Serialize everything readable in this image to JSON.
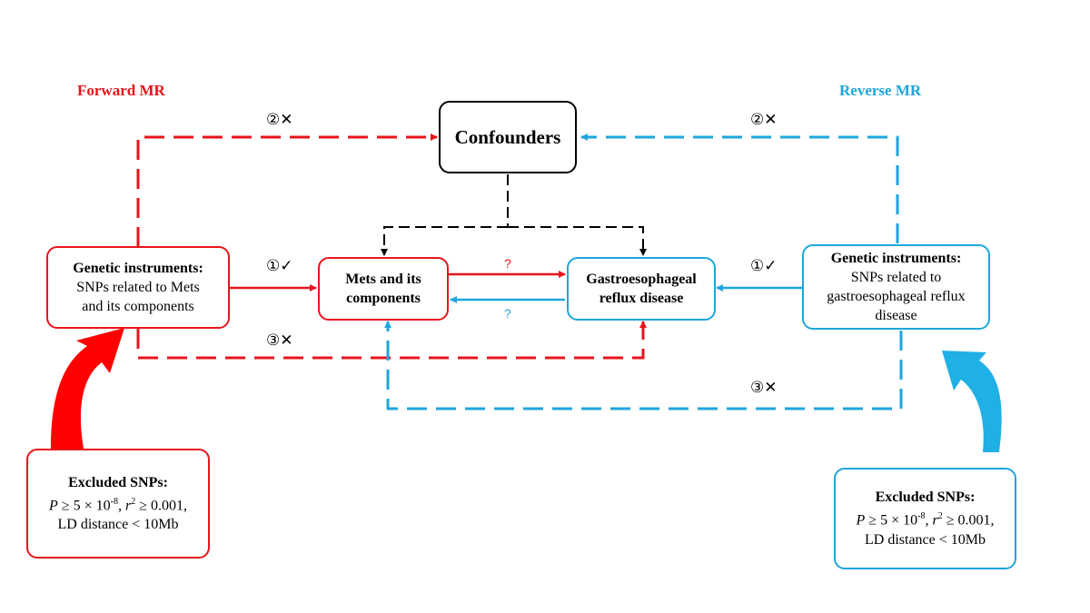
{
  "titles": {
    "forward": "Forward MR",
    "reverse": "Reverse MR"
  },
  "colors": {
    "forward": "#e8141b",
    "reverse": "#1ea6dd",
    "neutral": "#000000"
  },
  "nodes": {
    "confounders": "Confounders",
    "exposure_line1": "Mets and its",
    "exposure_line2": "components",
    "outcome_line1": "Gastroesophageal",
    "outcome_line2": "reflux disease",
    "left_instruments": {
      "heading": "Genetic instruments:",
      "line1": "SNPs related to  Mets",
      "line2": "and its components"
    },
    "right_instruments": {
      "heading": "Genetic instruments:",
      "line1": "SNPs related to",
      "line2": "gastroesophageal reflux",
      "line3": "disease"
    }
  },
  "excluded": {
    "heading": "Excluded SNPs:",
    "p_prefix": "P",
    "p_text": " ≥ 5 × 10",
    "p_exp": "-8",
    "r_prefix": ", r",
    "r_exp": "2",
    "r_text": " ≥ 0.001,",
    "ld": "LD distance  <  10Mb"
  },
  "assumption_marks": {
    "left_1": "①✓",
    "left_2": "②✕",
    "left_3": "③✕",
    "right_1": "①✓",
    "right_2": "②✕",
    "right_3": "③✕"
  },
  "question_marks": {
    "forward": "?",
    "reverse": "?"
  }
}
